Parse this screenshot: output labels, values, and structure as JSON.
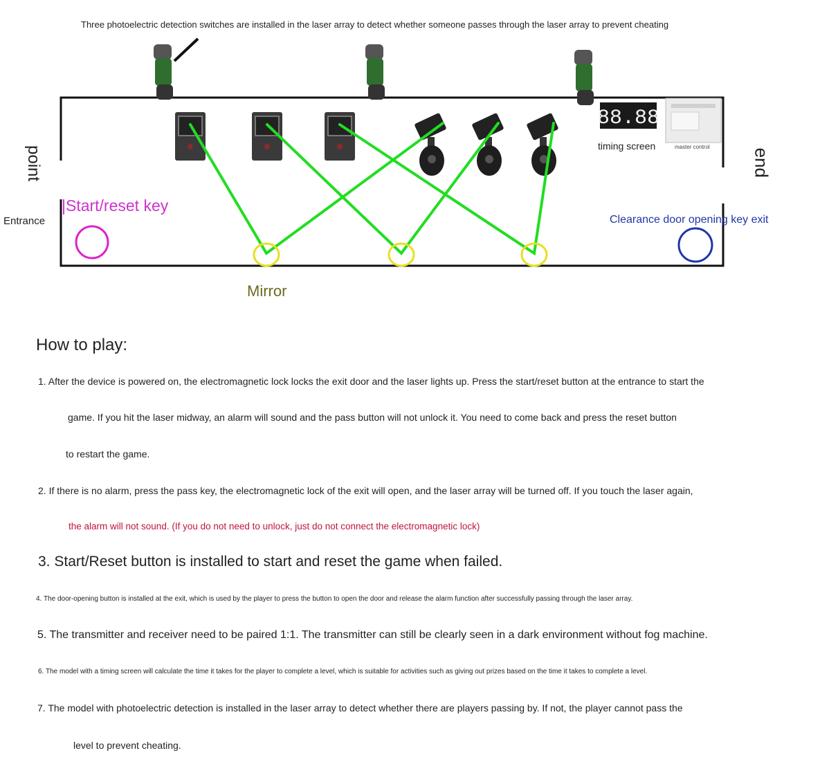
{
  "caption": "Three photoelectric detection switches are installed in the laser array to detect whether someone passes through the laser array to prevent cheating",
  "labels": {
    "point": "point",
    "entrance": "Entrance",
    "start_reset_key": "|Start/reset key",
    "mirror": "Mirror",
    "timing_screen": "timing screen",
    "timer_digits": "88.88",
    "master_control": "master control",
    "clearance": "Clearance door opening key exit",
    "end": "end"
  },
  "colors": {
    "laser": "#22dd22",
    "mirror_ring": "#e6e022",
    "start_ring": "#dd22cc",
    "exit_ring": "#1f35a8",
    "sensor_green": "#2f6e2f",
    "frame": "#111111"
  },
  "instructions": {
    "title": "How to play:",
    "l1a": "1. After the device is powered on, the electromagnetic lock locks the exit door and the laser lights up. Press the start/reset button at the entrance to start the",
    "l1b": "game. If you hit the laser midway, an alarm will sound and the pass button will not unlock it. You need to come back and press the reset button",
    "l1c": "to restart the game.",
    "l2a": "2. If there is no alarm, press the pass key, the electromagnetic lock of the exit will open, and the laser array will be turned off. If you touch the laser again,",
    "l2b": "the alarm will not sound. (If you do not need to unlock, just do not connect the electromagnetic lock)",
    "l3": "3. Start/Reset button is installed to start and reset the game when failed.",
    "l4": "4. The door-opening button is installed at the exit, which is used by the player to press the button to open the door and release the alarm function after successfully passing through the laser array.",
    "l5": "5. The transmitter and receiver need to be paired 1:1. The transmitter can still be clearly seen in a dark environment without fog machine.",
    "l6": "6. The model with a timing screen will calculate the time it takes for the player to complete a level, which is suitable for activities such as giving out prizes based on the time it takes to complete a level.",
    "l7a": "7. The model with photoelectric detection is installed in the laser array to detect whether there are players passing by. If not, the player cannot pass the",
    "l7b": "level to prevent cheating."
  }
}
